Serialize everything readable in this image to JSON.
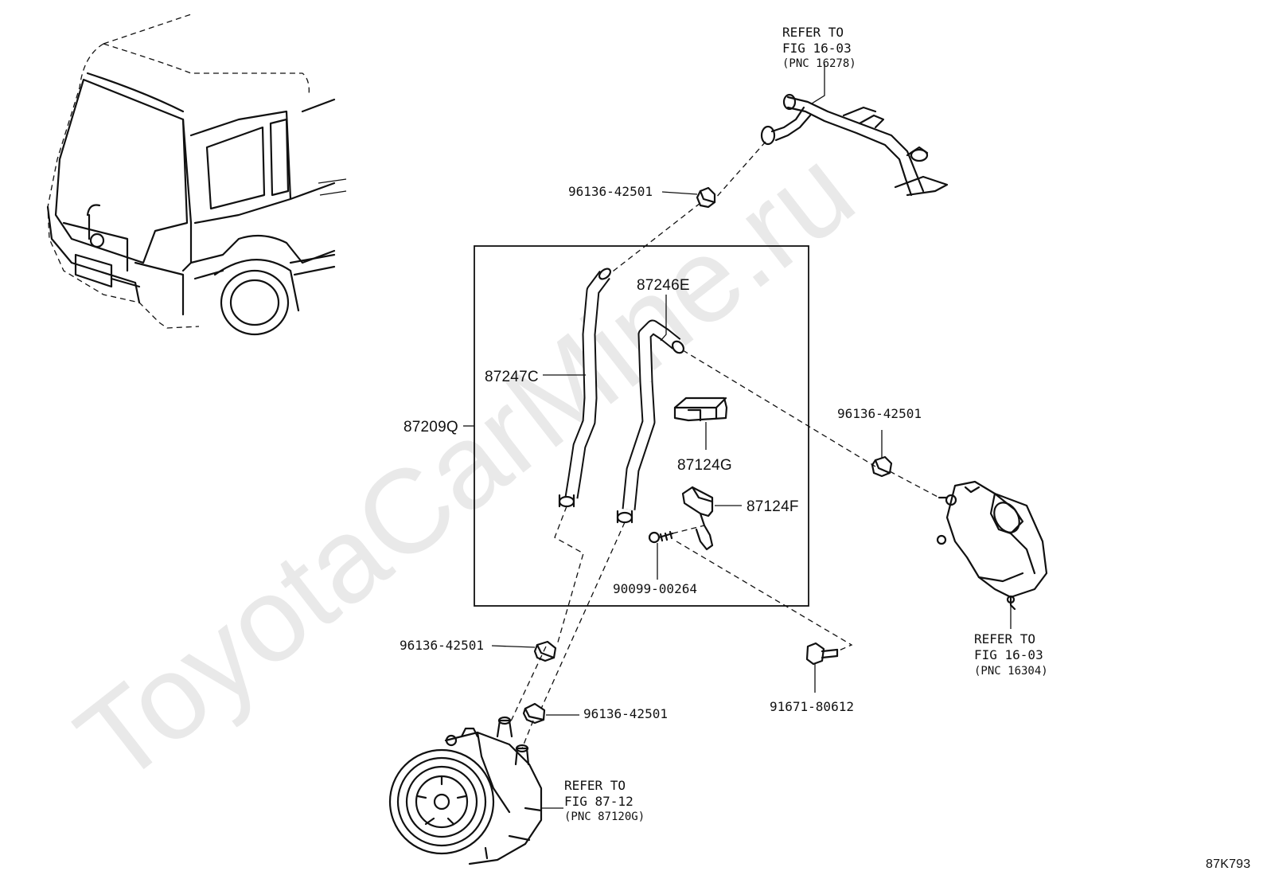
{
  "watermark": "ToyotaCarMine.ru",
  "diagram_id": "87K793",
  "parts": {
    "p87246E": "87246E",
    "p87247C": "87247C",
    "p87209Q": "87209Q",
    "p87124G": "87124G",
    "p87124F": "87124F",
    "p90099": "90099-00264",
    "p91671": "91671-80612",
    "clip_top": "96136-42501",
    "clip_right": "96136-42501",
    "clip_left": "96136-42501",
    "clip_bottom": "96136-42501"
  },
  "references": {
    "top": {
      "line1": "REFER TO",
      "line2": "FIG 16-03",
      "line3": "(PNC 16278)"
    },
    "right": {
      "line1": "REFER TO",
      "line2": "FIG 16-03",
      "line3": "(PNC 16304)"
    },
    "bottom": {
      "line1": "REFER TO",
      "line2": "FIG 87-12",
      "line3": "(PNC 87120G)"
    }
  }
}
